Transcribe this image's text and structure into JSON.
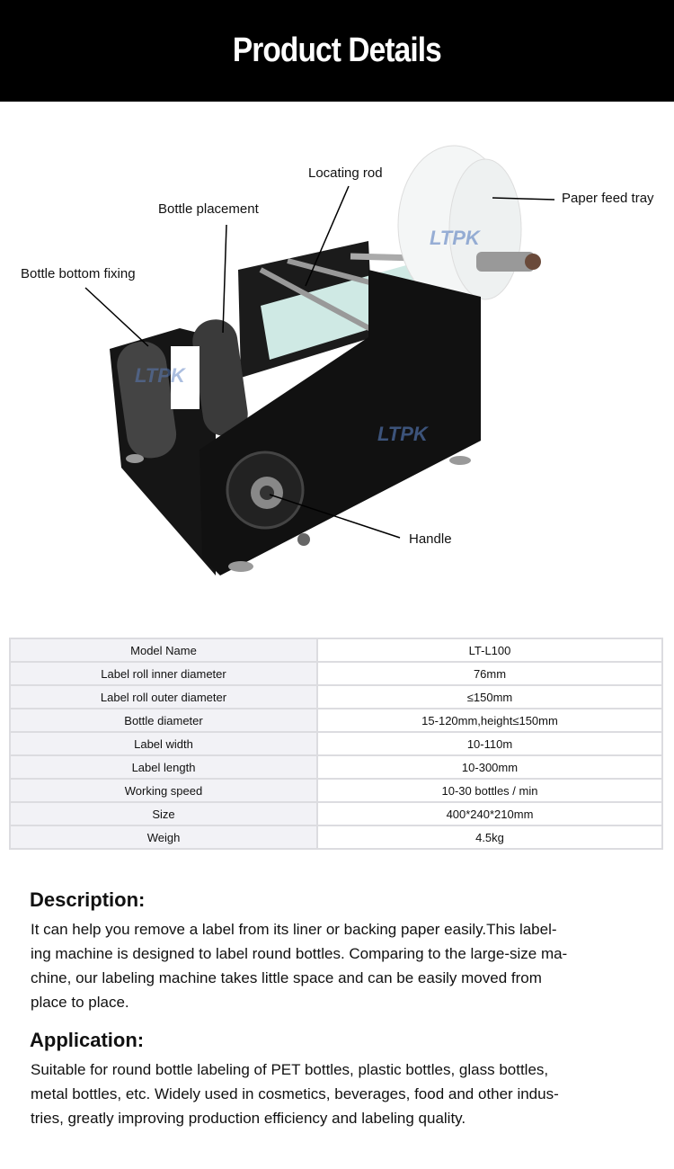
{
  "header": {
    "title": "Product Details"
  },
  "figure": {
    "watermark": "LTPK",
    "callouts": {
      "paper_feed_tray": "Paper feed tray",
      "locating_rod": "Locating rod",
      "bottle_placement": "Bottle placement",
      "bottle_bottom_fixing": "Bottle bottom fixing",
      "handle": "Handle"
    }
  },
  "specs": [
    {
      "key": "Model Name",
      "value": "LT-L100"
    },
    {
      "key": "Label roll inner diameter",
      "value": "76mm"
    },
    {
      "key": "Label roll outer diameter",
      "value": "≤150mm"
    },
    {
      "key": "Bottle diameter",
      "value": "15-120mm,height≤150mm"
    },
    {
      "key": "Label width",
      "value": "10-110m"
    },
    {
      "key": "Label length",
      "value": "10-300mm"
    },
    {
      "key": "Working speed",
      "value": "10-30 bottles / min"
    },
    {
      "key": "Size",
      "value": "400*240*210mm"
    },
    {
      "key": "Weigh",
      "value": "4.5kg"
    }
  ],
  "description": {
    "title": "Description:",
    "lines": [
      "It can help you remove a label from its liner or backing paper easily.This label-",
      "ing machine is designed to label round bottles. Comparing to the large-size ma-",
      "chine, our labeling machine takes little space and can be easily moved from",
      "place to place."
    ]
  },
  "application": {
    "title": "Application:",
    "lines": [
      "Suitable for round bottle labeling of PET bottles, plastic bottles, glass bottles,",
      "metal bottles, etc. Widely used in cosmetics, beverages, food and other indus-",
      "tries, greatly improving production efficiency and labeling quality."
    ]
  }
}
